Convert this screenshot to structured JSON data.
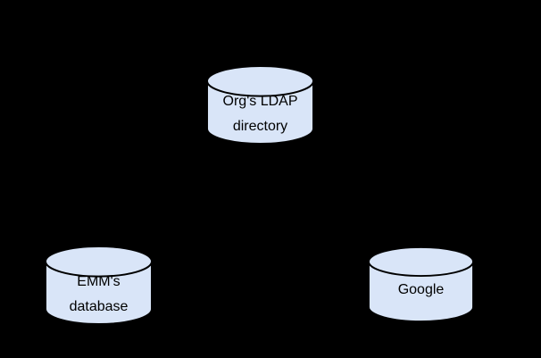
{
  "diagram": {
    "background_color": "#000000",
    "node_fill_color": "#d9e5f8",
    "node_stroke_color": "#000000",
    "text_color": "#000000",
    "nodes": [
      {
        "id": "org-ldap-directory",
        "lines": [
          "Org's LDAP",
          "directory"
        ]
      },
      {
        "id": "emm-database",
        "lines": [
          "EMM's",
          "database"
        ]
      },
      {
        "id": "google",
        "lines": [
          "Google"
        ]
      }
    ]
  }
}
